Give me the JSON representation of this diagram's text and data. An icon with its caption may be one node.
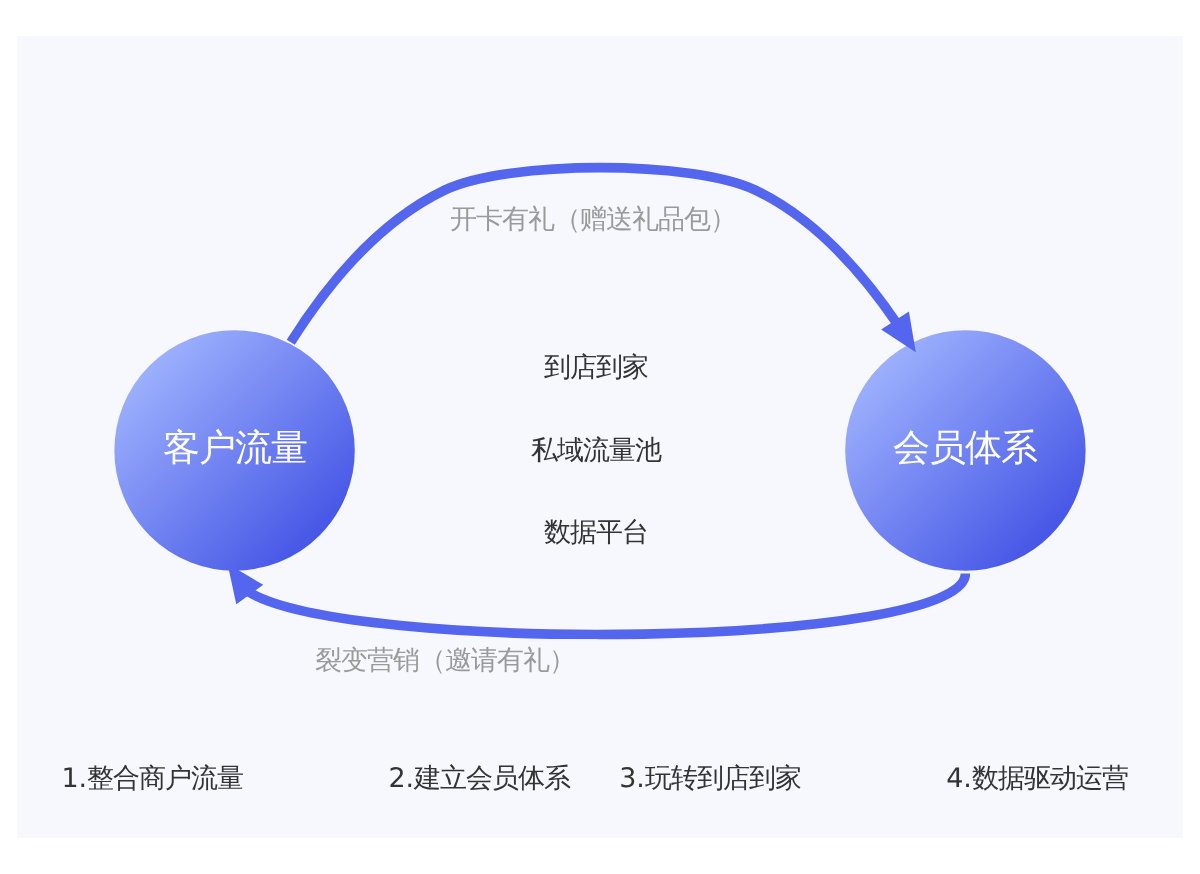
{
  "diagram": {
    "nodes": [
      {
        "text": [
          "客户流量"
        ]
      },
      {
        "text": [
          "会员体系"
        ]
      }
    ],
    "edges": [
      {
        "from": 0,
        "to": 1,
        "arrow": "to",
        "label": "开卡有礼（赠送礼品包）"
      },
      {
        "from": 1,
        "to": 0,
        "arrow": "to",
        "label": "裂变营销（邀请有礼）"
      }
    ],
    "labels": [
      "到店到家",
      "私域流量池",
      "数据平台",
      "1.整合商户流量",
      "2.建立会员体系",
      "3.玩转到店到家",
      "4.数据驱动运营"
    ]
  }
}
